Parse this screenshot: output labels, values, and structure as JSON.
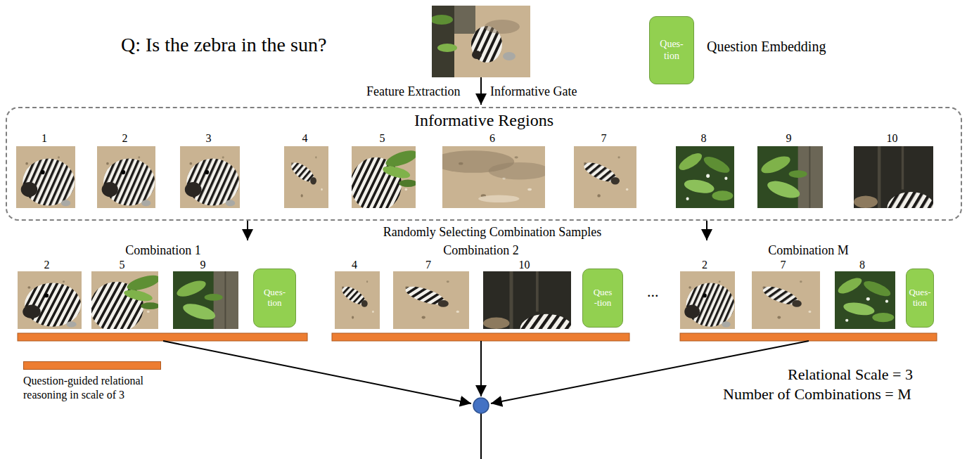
{
  "diagram": {
    "nodes": [
      {
        "text": [
          "Ques- tion"
        ]
      },
      {
        "text": [
          "Informative Regions"
        ]
      },
      {
        "text": [
          "1"
        ],
        "in": 1
      },
      {
        "text": [
          "2"
        ],
        "in": 1
      },
      {
        "text": [
          "3"
        ],
        "in": 1
      },
      {
        "text": [
          "4"
        ],
        "in": 1
      },
      {
        "text": [
          "5"
        ],
        "in": 1
      },
      {
        "text": [
          "6"
        ],
        "in": 1
      },
      {
        "text": [
          "7"
        ],
        "in": 1
      },
      {
        "text": [
          "8"
        ],
        "in": 1
      },
      {
        "text": [
          "9"
        ],
        "in": 1
      },
      {
        "text": [
          "10"
        ],
        "in": 1
      },
      {
        "text": [
          "Combination 1"
        ]
      },
      {
        "text": [
          "2"
        ],
        "in": 12
      },
      {
        "text": [
          "5"
        ],
        "in": 12
      },
      {
        "text": [
          "9"
        ],
        "in": 12
      },
      {
        "text": [
          "Ques- tion"
        ],
        "in": 12
      },
      {
        "text": [
          "Combination 2"
        ]
      },
      {
        "text": [
          "4"
        ],
        "in": 17
      },
      {
        "text": [
          "7"
        ],
        "in": 17
      },
      {
        "text": [
          "10"
        ],
        "in": 17
      },
      {
        "text": [
          "Ques -tion"
        ],
        "in": 17
      },
      {
        "text": [
          "Combination M"
        ]
      },
      {
        "text": [
          "2"
        ],
        "in": 22
      },
      {
        "text": [
          "7"
        ],
        "in": 22
      },
      {
        "text": [
          "8"
        ],
        "in": 22
      },
      {
        "text": [
          "Ques- tion"
        ],
        "in": 22
      }
    ],
    "edges": [
      {
        "from": 1,
        "to": 12,
        "arrow": "to"
      },
      {
        "from": 1,
        "to": 22,
        "arrow": "to"
      }
    ],
    "labels": [
      "Q: Is the zebra in the sun?",
      "Question Embedding",
      "Feature Extraction",
      "Informative Gate",
      "Randomly Selecting Combination Samples",
      "...",
      "Relational Scale = 3",
      "Number of Combinations = M"
    ],
    "legend": [
      {
        "text": "Question-guided relational reasoning in scale of 3",
        "color": "#ed7d31"
      }
    ]
  }
}
